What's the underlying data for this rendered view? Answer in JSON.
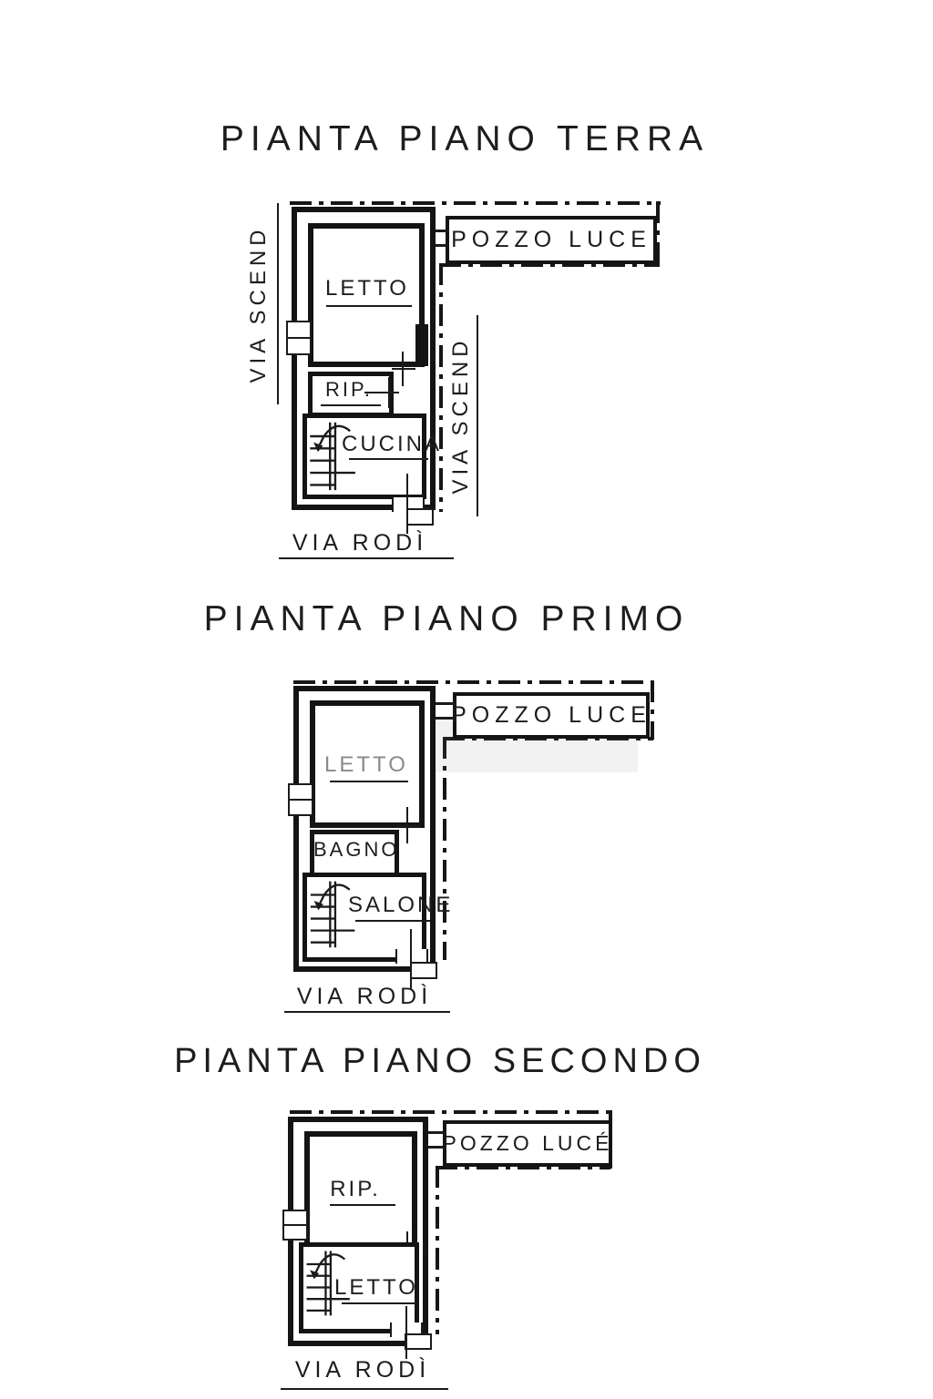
{
  "colors": {
    "ink": "#1b1b1b",
    "paper": "#ffffff",
    "faded_label": "#8a8a8a"
  },
  "floors": [
    {
      "title": "PIANTA PIANO TERRA",
      "annex": "POZZO LUCE",
      "streets": {
        "left": "VIA SCEND",
        "right": "VIA SCEND",
        "bottom": "VIA RODÌ"
      },
      "rooms": {
        "main": "LETTO",
        "small": "RIP.",
        "lower": "CUCINA"
      }
    },
    {
      "title": "PIANTA PIANO PRIMO",
      "annex": "POZZO LUCE",
      "streets": {
        "bottom": "VIA RODÌ"
      },
      "rooms": {
        "main": "LETTO",
        "small": "BAGNO",
        "lower": "SALONE"
      }
    },
    {
      "title": "PIANTA PIANO SECONDO",
      "annex": "POZZO LUCÉ",
      "streets": {
        "bottom": "VIA RODÌ"
      },
      "rooms": {
        "main": "RIP.",
        "lower": "LETTO"
      }
    }
  ]
}
